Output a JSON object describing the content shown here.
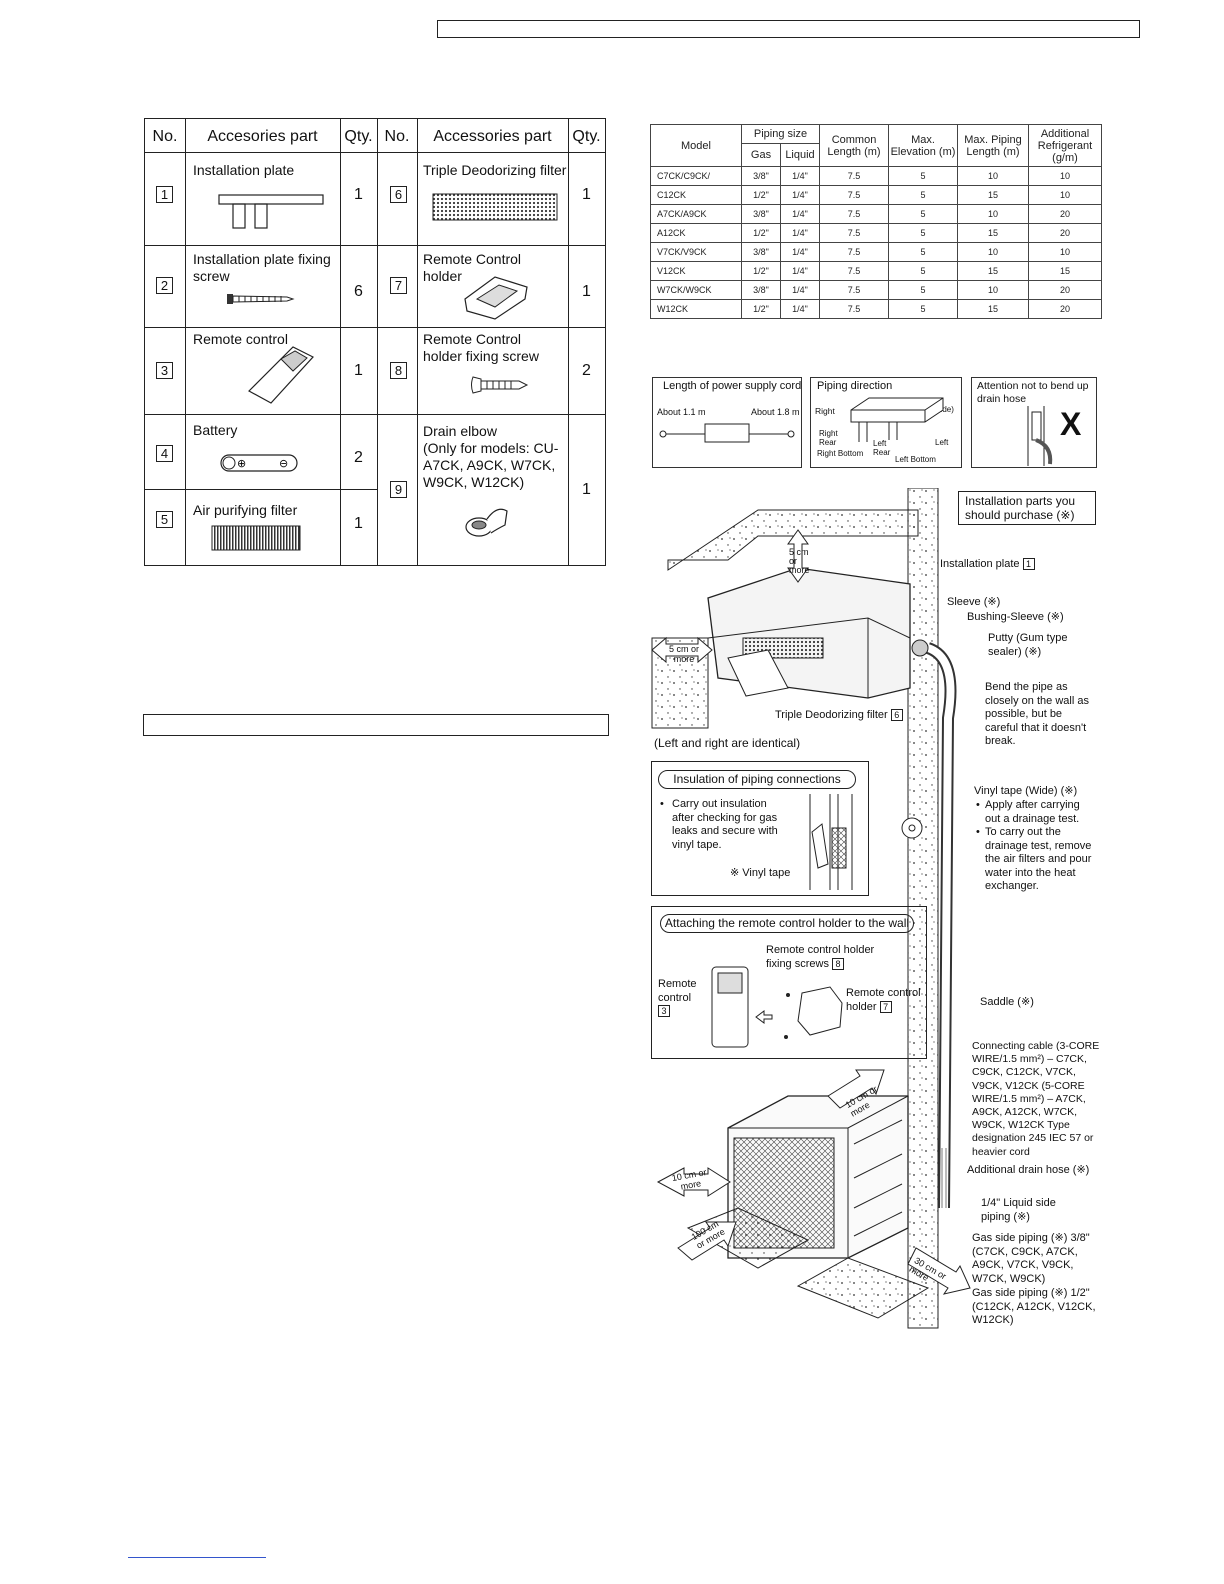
{
  "accessories": {
    "headers": {
      "no": "No.",
      "part": "Accesories part",
      "qty": "Qty.",
      "no2": "No.",
      "part2": "Accessories part",
      "qty2": "Qty."
    },
    "items": [
      {
        "no": "1",
        "name": "Installation plate",
        "qty": "1"
      },
      {
        "no": "2",
        "name": "Installation plate fixing screw",
        "qty": "6"
      },
      {
        "no": "3",
        "name": "Remote control",
        "qty": "1"
      },
      {
        "no": "4",
        "name": "Battery",
        "qty": "2"
      },
      {
        "no": "5",
        "name": "Air purifying filter",
        "qty": "1"
      },
      {
        "no": "6",
        "name": "Triple Deodorizing filter",
        "qty": "1"
      },
      {
        "no": "7",
        "name": "Remote Control holder",
        "qty": "1"
      },
      {
        "no": "8",
        "name": "Remote Control holder fixing screw",
        "qty": "2"
      },
      {
        "no": "9",
        "name": "Drain elbow",
        "note": "(Only for models: CU-A7CK, A9CK, W7CK, W9CK, W12CK)",
        "qty": "1"
      }
    ]
  },
  "piping": {
    "headers": {
      "model": "Model",
      "piping_size": "Piping size",
      "gas": "Gas",
      "liquid": "Liquid",
      "common_length": "Common Length (m)",
      "max_elevation": "Max. Elevation (m)",
      "max_piping": "Max. Piping Length (m)",
      "additional": "Additional Refrigerant (g/m)"
    },
    "rows": [
      {
        "model": "C7CK/C9CK/",
        "gas": "3/8\"",
        "liquid": "1/4\"",
        "common": "7.5",
        "elev": "5",
        "max": "10",
        "add": "10"
      },
      {
        "model": "C12CK",
        "gas": "1/2\"",
        "liquid": "1/4\"",
        "common": "7.5",
        "elev": "5",
        "max": "15",
        "add": "10"
      },
      {
        "model": "A7CK/A9CK",
        "gas": "3/8\"",
        "liquid": "1/4\"",
        "common": "7.5",
        "elev": "5",
        "max": "10",
        "add": "20"
      },
      {
        "model": "A12CK",
        "gas": "1/2\"",
        "liquid": "1/4\"",
        "common": "7.5",
        "elev": "5",
        "max": "15",
        "add": "20"
      },
      {
        "model": "V7CK/V9CK",
        "gas": "3/8\"",
        "liquid": "1/4\"",
        "common": "7.5",
        "elev": "5",
        "max": "10",
        "add": "10"
      },
      {
        "model": "V12CK",
        "gas": "1/2\"",
        "liquid": "1/4\"",
        "common": "7.5",
        "elev": "5",
        "max": "15",
        "add": "15"
      },
      {
        "model": "W7CK/W9CK",
        "gas": "3/8\"",
        "liquid": "1/4\"",
        "common": "7.5",
        "elev": "5",
        "max": "10",
        "add": "20"
      },
      {
        "model": "W12CK",
        "gas": "1/2\"",
        "liquid": "1/4\"",
        "common": "7.5",
        "elev": "5",
        "max": "15",
        "add": "20"
      }
    ]
  },
  "info_boxes": {
    "power_cord": {
      "title": "Length of power supply cord",
      "left": "About 1.1 m",
      "right": "About 1.8 m"
    },
    "piping_direction": {
      "title": "Piping direction",
      "right": "Right",
      "front": "(Front side)",
      "right_rear": "Right Rear",
      "left_rear": "Left Rear",
      "left": "Left",
      "right_bottom": "Right Bottom",
      "left_bottom": "Left Bottom"
    },
    "attention": {
      "title": "Attention not to bend up drain hose",
      "mark": "X"
    }
  },
  "diagram": {
    "purchase_box": "Installation parts you should purchase (※)",
    "installation_plate": "Installation plate",
    "installation_plate_no": "1",
    "sleeve": "Sleeve (※)",
    "bushing": "Bushing-Sleeve (※)",
    "putty": "Putty (Gum type sealer) (※)",
    "bend": "Bend the pipe as closely on the wall as possible, but be careful that it doesn't break.",
    "top_clearance": "5 cm or more",
    "left_clearance": "5 cm or more",
    "triple_filter": "Triple Deodorizing filter",
    "triple_filter_no": "6",
    "identical": "(Left and right are identical)",
    "insulation_title": "Insulation of piping connections",
    "insulation_text": "Carry out insulation after checking for gas leaks and secure with vinyl tape.",
    "vinyl_tape_small": "※ Vinyl tape",
    "vinyl_wide": "Vinyl tape (Wide) (※)",
    "vinyl_b1": "Apply after carrying out a drainage test.",
    "vinyl_b2": "To carry out the drainage test, remove the air filters and pour water into the heat exchanger.",
    "remote_title": "Attaching the remote control holder to the wall",
    "remote_control": "Remote control",
    "remote_control_no": "3",
    "holder_screws": "Remote control holder fixing screws",
    "holder_screws_no": "8",
    "holder": "Remote control holder",
    "holder_no": "7",
    "saddle": "Saddle (※)",
    "cable": "Connecting cable (3-CORE WIRE/1.5 mm²) – C7CK, C9CK, C12CK, V7CK, V9CK, V12CK (5-CORE WIRE/1.5 mm²) – A7CK, A9CK, A12CK, W7CK, W9CK, W12CK Type designation 245 IEC 57 or heavier cord",
    "drain_hose": "Additional drain hose (※)",
    "liquid_piping": "1/4\" Liquid side piping (※)",
    "gas_38": "Gas side piping (※) 3/8\" (C7CK, C9CK, A7CK, A9CK, V7CK, V9CK, W7CK, W9CK)",
    "gas_12": "Gas side piping (※) 1/2\" (C12CK, A12CK, V12CK, W12CK)",
    "clear_10_top": "10 cm or more",
    "clear_10_left": "10 cm or more",
    "clear_100": "100 cm or more",
    "clear_30": "30 cm or more"
  }
}
